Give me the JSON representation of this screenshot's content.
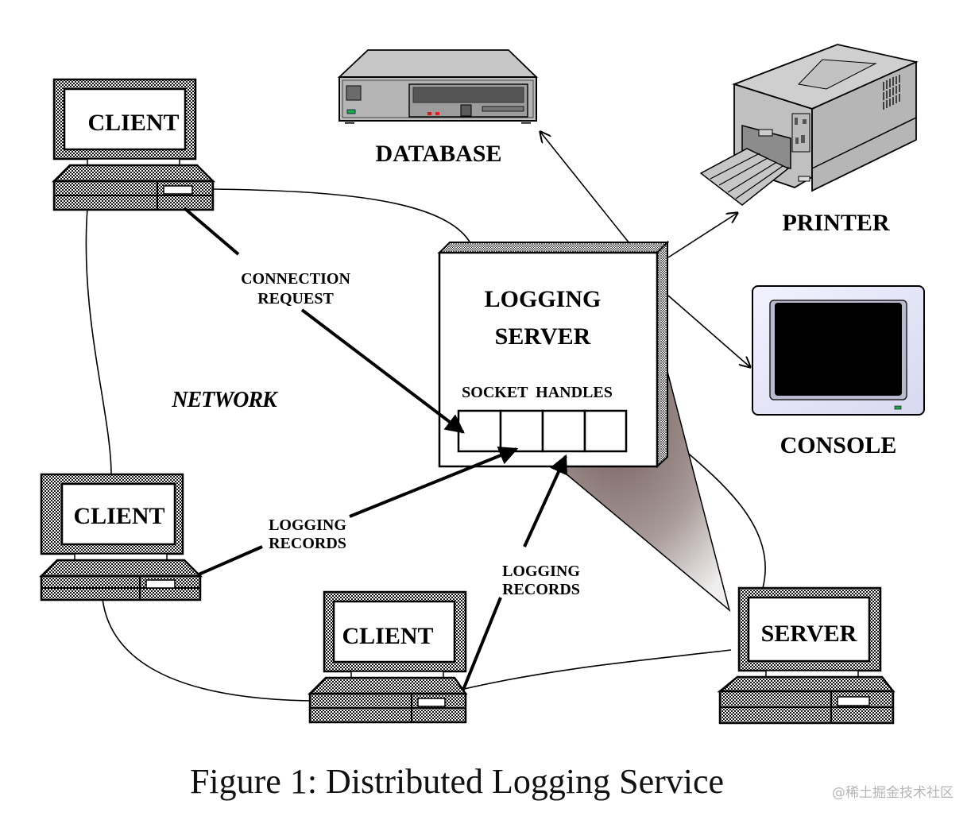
{
  "figure": {
    "caption": "Figure 1: Distributed Logging Service",
    "watermark": "@稀土掘金技术社区"
  },
  "nodes": {
    "client_top": {
      "label": "CLIENT",
      "icon": "computer-icon"
    },
    "client_middle": {
      "label": "CLIENT",
      "icon": "computer-icon"
    },
    "client_bottom": {
      "label": "CLIENT",
      "icon": "computer-icon"
    },
    "server": {
      "label": "SERVER",
      "icon": "computer-icon"
    },
    "logging_server": {
      "title_line1": "LOGGING",
      "title_line2": "SERVER",
      "socket_label": "SOCKET  HANDLES",
      "socket_count": 4
    },
    "database": {
      "label": "DATABASE",
      "icon": "tape-drive-icon"
    },
    "printer": {
      "label": "PRINTER",
      "icon": "printer-icon"
    },
    "console": {
      "label": "CONSOLE",
      "icon": "monitor-icon"
    }
  },
  "labels": {
    "network": "NETWORK",
    "connection_request": [
      "CONNECTION",
      "REQUEST"
    ],
    "logging_records_left": [
      "LOGGING",
      "RECORDS"
    ],
    "logging_records_bottom": [
      "LOGGING",
      "RECORDS"
    ]
  },
  "colors": {
    "ink": "#000000",
    "device_gray": "#c4c4c4",
    "console_bezel": "#e4e4f6",
    "beam": "#8a7a78"
  }
}
